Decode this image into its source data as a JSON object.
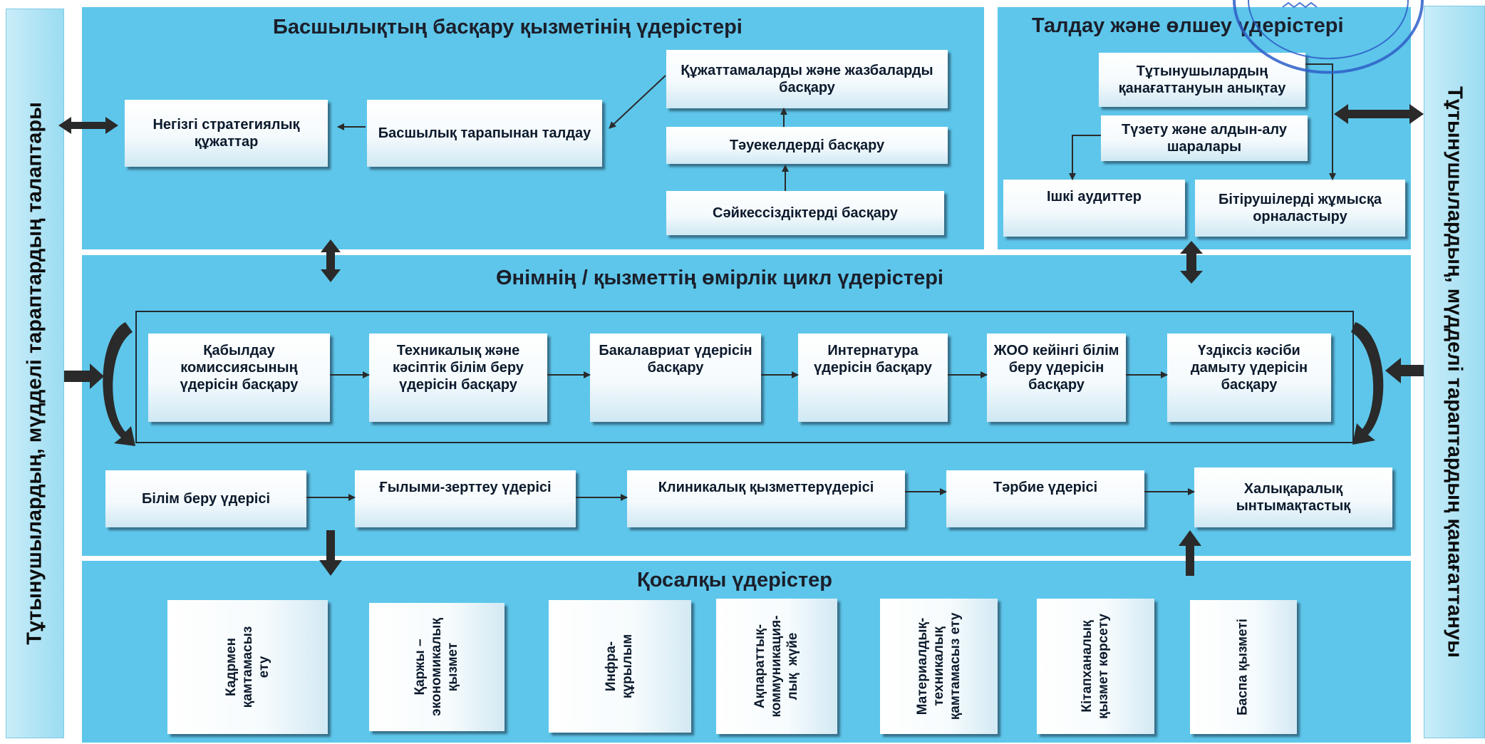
{
  "left_sidebar_text": "Тұтынушылардың,  мүдделі тараптардың  талаптары",
  "right_sidebar_text": "Тұтынушылардың, мүдделі тараптардың  қанағаттануы",
  "management": {
    "title": "Басшылықтың басқару қызметінің үдерістері",
    "strategic_docs": "Негізгі стратегиялық құжаттар",
    "management_review": "Басшылық тарапынан талдау",
    "document_control": "Құжаттамаларды  және жазбаларды басқару",
    "risk_management": "Тәуекелдерді басқару",
    "nonconformity_management": "Сәйкессіздіктерді басқару"
  },
  "analysis": {
    "title": "Талдау және өлшеу үдерістері",
    "customer_satisfaction": "Тұтынушылардың қанағаттануын анықтау",
    "corrective_actions": "Түзету және алдын-алу шаралары",
    "internal_audits": "Ішкі аудиттер",
    "graduate_employment": "Бітірушілерді жұмысқа орналастыру"
  },
  "lifecycle": {
    "title": "Өнімнің / қызметтің өмірлік цикл үдерістері",
    "chain": [
      "Қабылдау комиссиясының үдерісін басқару",
      "Техникалық және кәсіптік білім беру үдерісін басқару",
      "Бакалавриат үдерісін басқару",
      "Интернатура үдерісін басқару",
      "ЖОО кейінгі білім беру үдерісін басқару",
      "Үздіксіз  кәсіби дамыту үдерісін басқару"
    ],
    "core": [
      "Білім беру  үдерісі",
      "Ғылыми-зерттеу үдерісі",
      "Клиникалық қызметтерүдерісі",
      "Тәрбие үдерісі",
      "Халықаралық ынтымақтастық"
    ]
  },
  "support": {
    "title": "Қосалқы үдерістер",
    "items": [
      "Кадрмен\nқамтамасыз\nету",
      "Қаржы –\nэкономикалық\nқызмет",
      "Инфра-\nқұрылым",
      "Ақпараттық-\nкоммуникация-\nлық  жүйе",
      "Материалдық-\nтехникалық\nқамтамасыз ету",
      "Кітапханалық\nқызмет көрсету",
      "Баспа қызметі"
    ]
  },
  "colors": {
    "panel": "#5ec6ea",
    "sidebar": "#b3e4f5",
    "box_text": "#0b1a2c",
    "arrow": "#2a2a2a"
  }
}
